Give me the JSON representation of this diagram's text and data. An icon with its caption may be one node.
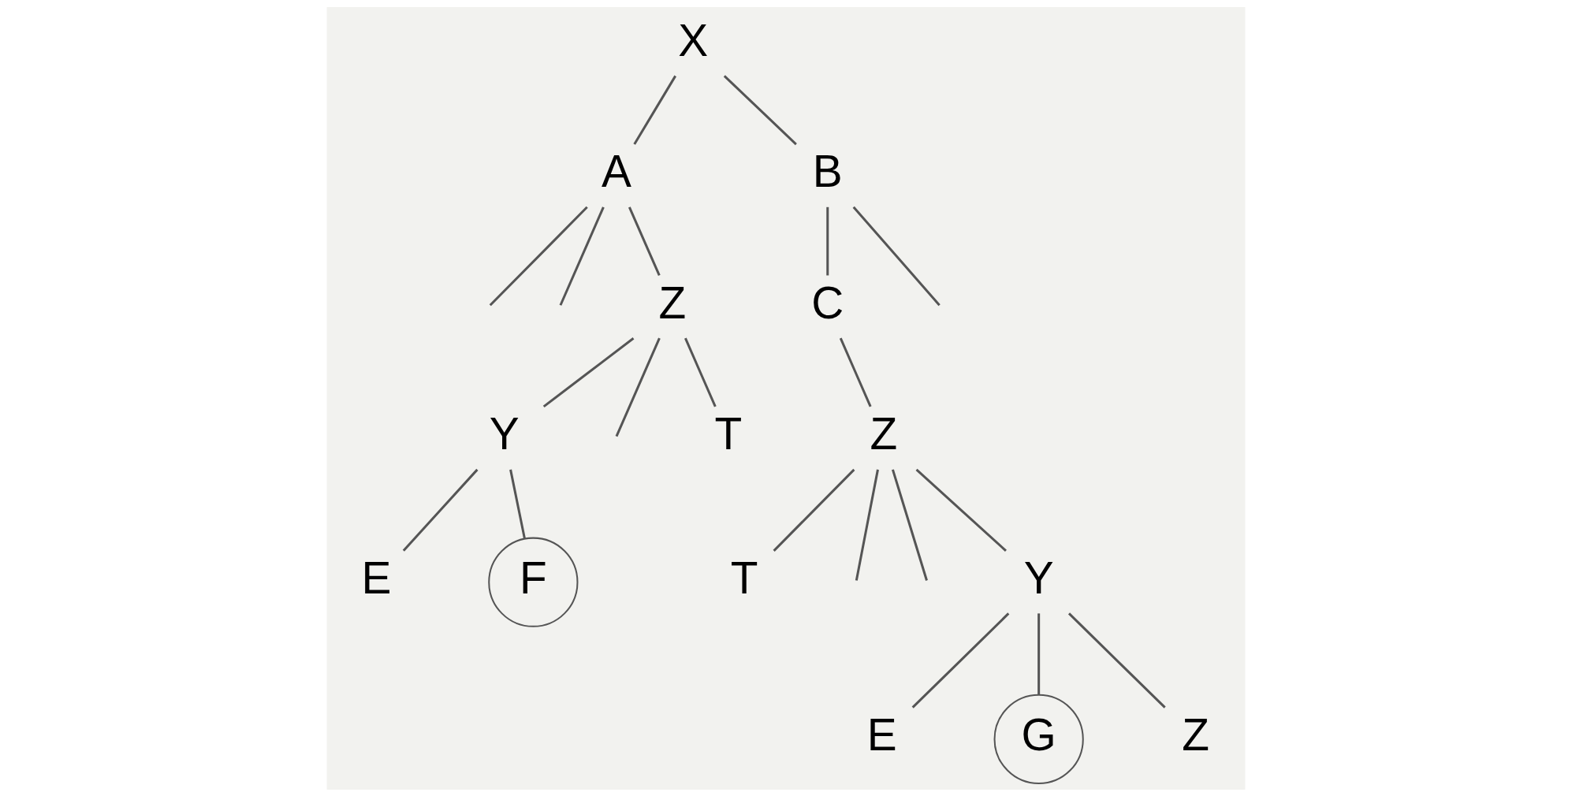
{
  "diagram": {
    "nodes": [
      {
        "text": [
          "X"
        ]
      },
      {
        "text": [
          "A"
        ]
      },
      {
        "text": [
          "B"
        ]
      },
      {
        "text": [
          "Z"
        ]
      },
      {
        "text": [
          "C"
        ]
      },
      {
        "text": [
          "Z"
        ]
      },
      {
        "text": [
          "Y"
        ]
      },
      {
        "text": [
          "T"
        ]
      },
      {
        "text": [
          "T"
        ]
      },
      {
        "text": [
          "E"
        ]
      },
      {
        "text": [
          "F"
        ]
      },
      {
        "text": [
          "Y"
        ]
      },
      {
        "text": [
          "E"
        ]
      },
      {
        "text": [
          "G"
        ]
      },
      {
        "text": [
          "Z"
        ]
      }
    ],
    "edges": [
      {
        "from": 0,
        "to": 1,
        "arrow": "none"
      },
      {
        "from": 0,
        "to": 2,
        "arrow": "none"
      },
      {
        "from": 1,
        "to": null,
        "arrow": "none"
      },
      {
        "from": 1,
        "to": null,
        "arrow": "none"
      },
      {
        "from": 1,
        "to": 3,
        "arrow": "none"
      },
      {
        "from": 2,
        "to": 4,
        "arrow": "none"
      },
      {
        "from": 2,
        "to": null,
        "arrow": "none"
      },
      {
        "from": 4,
        "to": 5,
        "arrow": "none"
      },
      {
        "from": 3,
        "to": 6,
        "arrow": "none"
      },
      {
        "from": 3,
        "to": null,
        "arrow": "none"
      },
      {
        "from": 3,
        "to": 7,
        "arrow": "none"
      },
      {
        "from": 6,
        "to": 9,
        "arrow": "none"
      },
      {
        "from": 6,
        "to": 10,
        "arrow": "none"
      },
      {
        "from": 5,
        "to": 8,
        "arrow": "none"
      },
      {
        "from": 5,
        "to": null,
        "arrow": "none"
      },
      {
        "from": 5,
        "to": null,
        "arrow": "none"
      },
      {
        "from": 5,
        "to": 11,
        "arrow": "none"
      },
      {
        "from": 11,
        "to": 12,
        "arrow": "none"
      },
      {
        "from": 11,
        "to": 13,
        "arrow": "none"
      },
      {
        "from": 11,
        "to": 14,
        "arrow": "none"
      }
    ]
  }
}
